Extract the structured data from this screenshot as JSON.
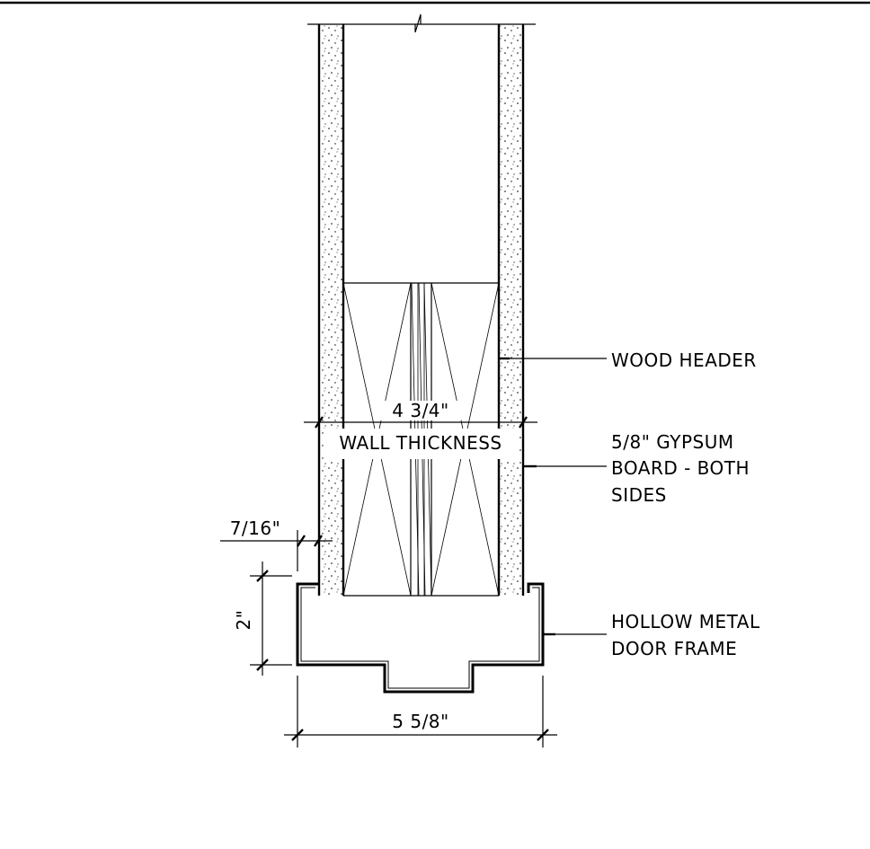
{
  "labels": {
    "wood_header": "WOOD HEADER",
    "gypsum_line1": "5/8\" GYPSUM",
    "gypsum_line2": "BOARD - BOTH",
    "gypsum_line3": "SIDES",
    "frame_line1": "HOLLOW METAL",
    "frame_line2": "DOOR FRAME"
  },
  "dimensions": {
    "wall_thickness_value": "4 3/4\"",
    "wall_thickness_label": "WALL THICKNESS",
    "gap": "7/16\"",
    "frame_depth": "2\"",
    "frame_width": "5 5/8\""
  },
  "colors": {
    "ink": "#000000",
    "paper": "#ffffff"
  }
}
